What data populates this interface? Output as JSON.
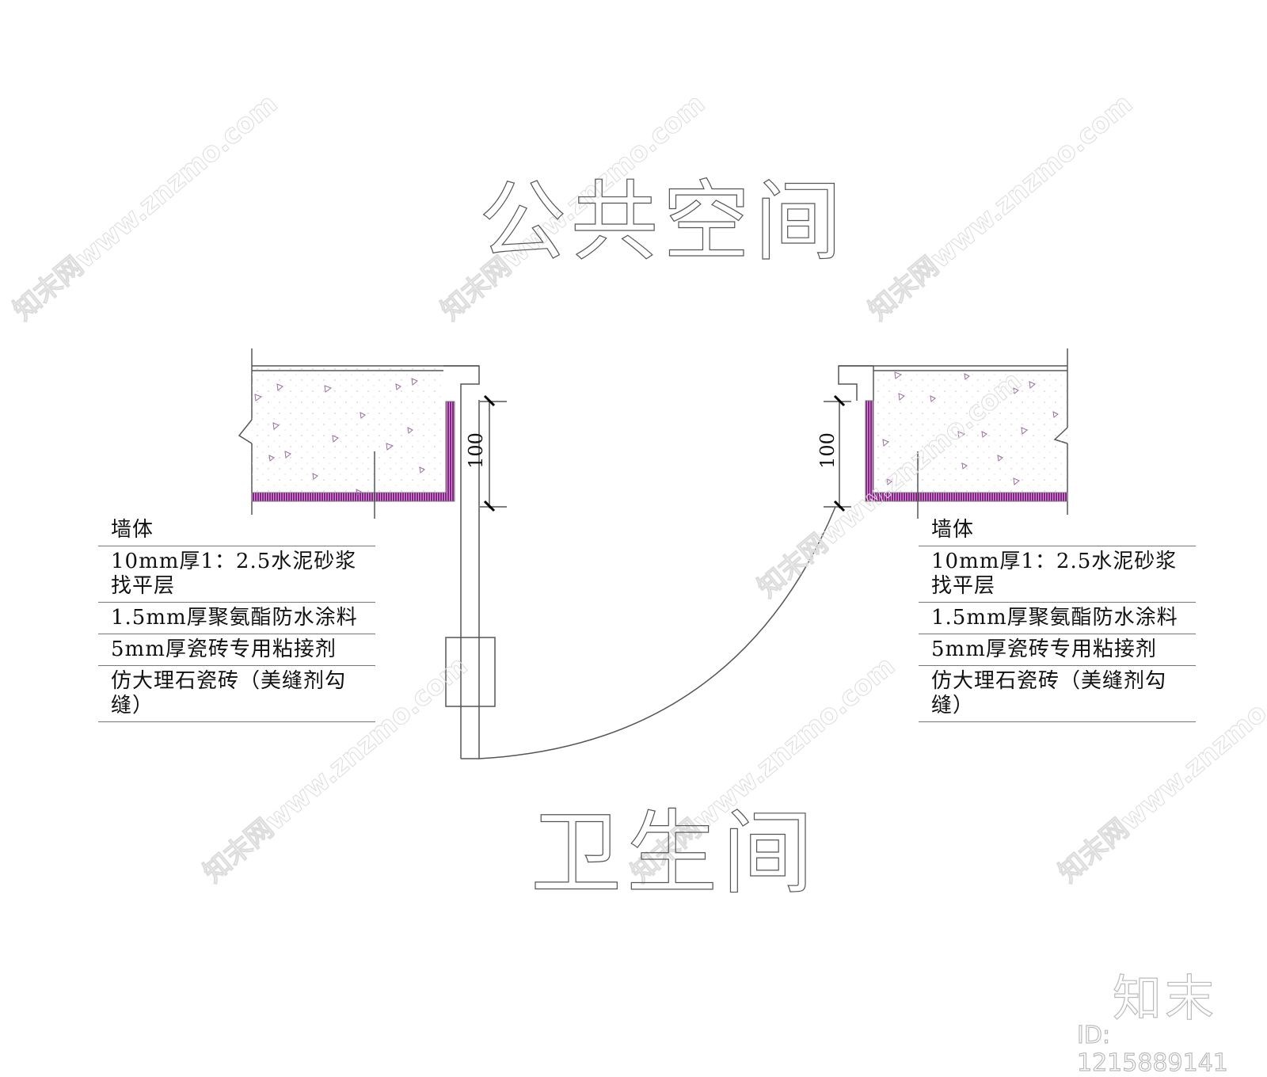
{
  "drawing": {
    "top_room_label": "公共空间",
    "bottom_room_label": "卫生间",
    "dimension_left": "100",
    "dimension_right": "100",
    "colors": {
      "line": "#555555",
      "waterproof_layer": "#8b1f8b",
      "waterproof_light": "#c9a0c9",
      "aggregate_triangles": "#9a6fa0"
    }
  },
  "legend_left": {
    "items": [
      {
        "label": "墙体"
      },
      {
        "label": "10mm厚1：2.5水泥砂浆找平层"
      },
      {
        "label": "1.5mm厚聚氨酯防水涂料"
      },
      {
        "label": "5mm厚瓷砖专用粘接剂"
      },
      {
        "label": "仿大理石瓷砖（美缝剂勾缝）"
      }
    ]
  },
  "legend_right": {
    "items": [
      {
        "label": "墙体"
      },
      {
        "label": "10mm厚1：2.5水泥砂浆找平层"
      },
      {
        "label": "1.5mm厚聚氨酯防水涂料"
      },
      {
        "label": "5mm厚瓷砖专用粘接剂"
      },
      {
        "label": "仿大理石瓷砖（美缝剂勾缝）"
      }
    ]
  },
  "watermark": {
    "text": "知末网www.znzmo.com",
    "brand": "知末",
    "id": "ID: 1215889141"
  }
}
